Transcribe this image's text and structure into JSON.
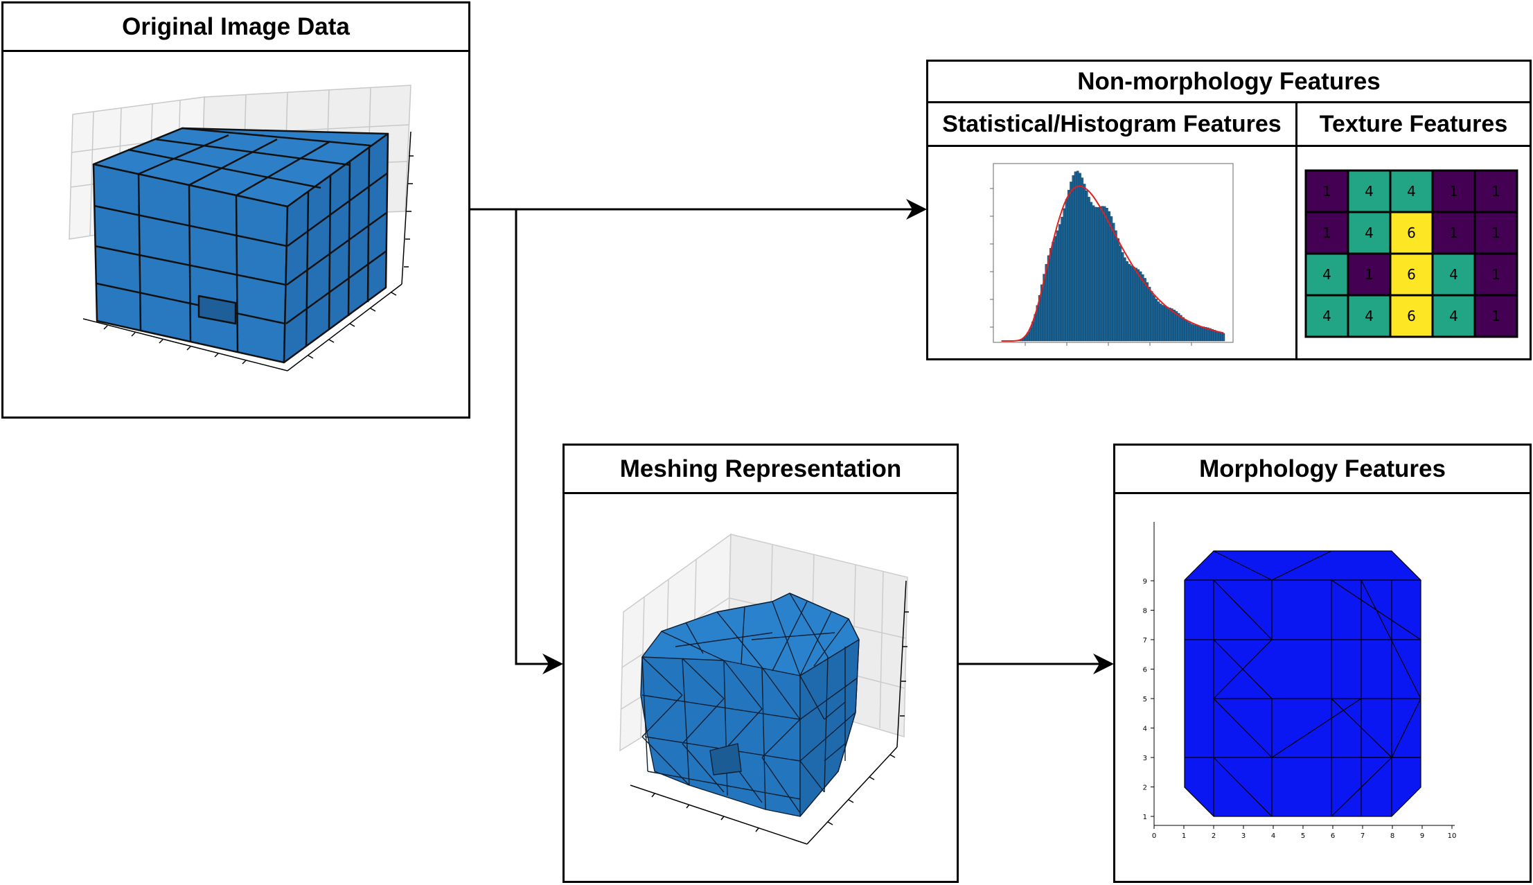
{
  "panels": {
    "original": {
      "title": "Original Image Data"
    },
    "non_morph": {
      "title": "Non-morphology Features",
      "statistical_title": "Statistical/Histogram Features",
      "texture_title": "Texture Features"
    },
    "meshing": {
      "title": "Meshing Representation"
    },
    "morphology": {
      "title": "Morphology Features"
    }
  },
  "texture_matrix": [
    [
      "1",
      "4",
      "4",
      "1",
      "1"
    ],
    [
      "1",
      "4",
      "6",
      "1",
      "1"
    ],
    [
      "4",
      "1",
      "6",
      "4",
      "1"
    ],
    [
      "4",
      "4",
      "6",
      "4",
      "1"
    ]
  ],
  "texture_colors": {
    "1": "#440154",
    "4": "#21a585",
    "6": "#fde725"
  },
  "morphology_axes": {
    "x_ticks": [
      "0",
      "1",
      "2",
      "3",
      "4",
      "5",
      "6",
      "7",
      "8",
      "9",
      "10"
    ],
    "y_ticks": [
      "1",
      "2",
      "3",
      "4",
      "5",
      "6",
      "7",
      "8",
      "9"
    ]
  },
  "colors": {
    "voxel": "#2979c1",
    "mesh_fill": "#1f5fd8",
    "histogram_bar": "#1a6394",
    "fit_curve": "#e02020"
  }
}
